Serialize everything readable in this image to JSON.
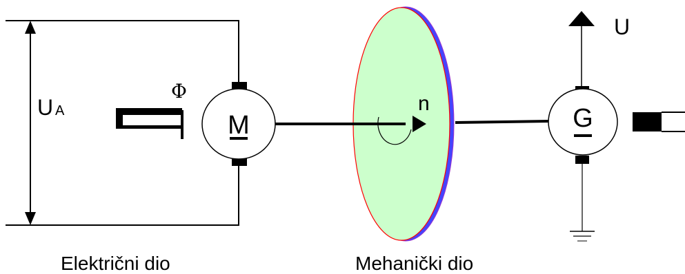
{
  "labels": {
    "armature_voltage_main": "U",
    "armature_voltage_sub": "A",
    "flux": "Φ",
    "motor": "M",
    "speed": "n",
    "generator": "G",
    "output_voltage": "U",
    "electrical_part": "Električni dio",
    "mechanical_part": "Mehanički dio"
  },
  "colors": {
    "line": "#000000",
    "flywheel_fill": "#ccffcc",
    "flywheel_edge": "#ff0000",
    "flywheel_rim": "#4444ff"
  }
}
